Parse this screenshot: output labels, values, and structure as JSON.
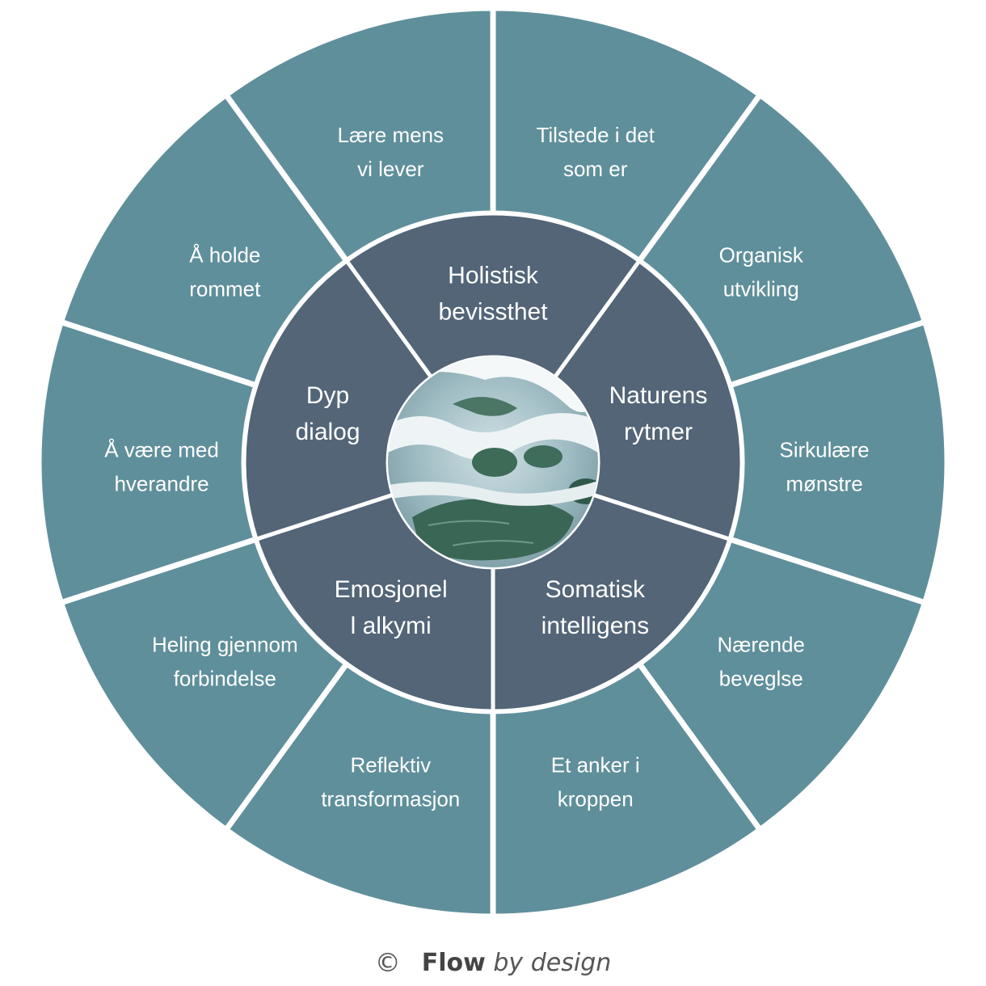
{
  "diagram": {
    "outer_segments": [
      {
        "lines": [
          "Tilstede i det",
          "som er"
        ]
      },
      {
        "lines": [
          "Organisk",
          "utvikling"
        ]
      },
      {
        "lines": [
          "Sirkulære",
          "mønstre"
        ]
      },
      {
        "lines": [
          "Nærende",
          "beveglse"
        ]
      },
      {
        "lines": [
          "Et anker i",
          "kroppen"
        ]
      },
      {
        "lines": [
          "Reflektiv",
          "transformasjon"
        ]
      },
      {
        "lines": [
          "Heling gjennom",
          "forbindelse"
        ]
      },
      {
        "lines": [
          "Å være med",
          "hverandre"
        ]
      },
      {
        "lines": [
          "Å holde",
          "rommet"
        ]
      },
      {
        "lines": [
          "Lære mens",
          "vi lever"
        ]
      }
    ],
    "inner_segments": [
      {
        "lines": [
          "Holistisk",
          "bevissthet"
        ]
      },
      {
        "lines": [
          "Naturens",
          "rytmer"
        ]
      },
      {
        "lines": [
          "Somatisk",
          "intelligens"
        ]
      },
      {
        "lines": [
          "Emosjonel",
          "l alkymi"
        ]
      },
      {
        "lines": [
          "Dyp",
          "dialog"
        ]
      }
    ],
    "center_image": "ocean-waves-aerial-photo",
    "colors": {
      "outer_ring": "#5f8f9b",
      "inner_ring": "#536577",
      "divider": "#ffffff",
      "label_text": "#ffffff"
    }
  },
  "footer": {
    "copyright_symbol": "©",
    "brand_bold": "Flow",
    "brand_italic": "by design"
  }
}
